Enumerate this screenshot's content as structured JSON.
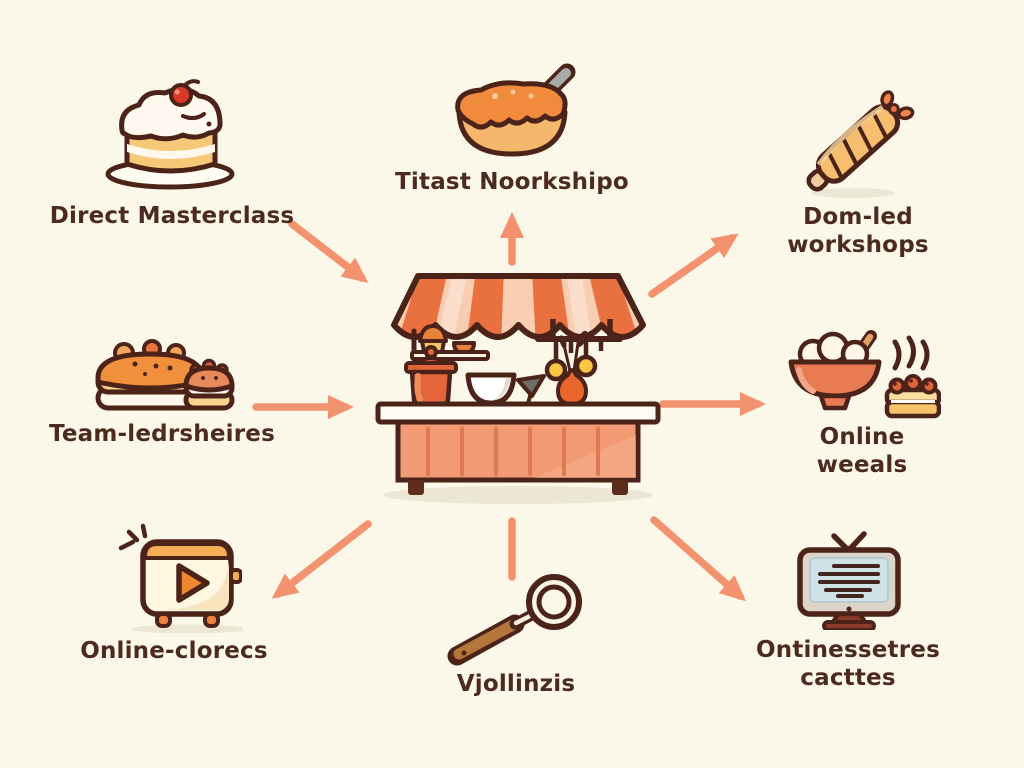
{
  "colors": {
    "background": "#FBF8E9",
    "text": "#4C2A1E",
    "arrow": "#F2926F",
    "outline": "#4B2318",
    "awning_orange": "#E8713F",
    "awning_peach": "#F9CDB2",
    "counter_salmon": "#F19A73"
  },
  "center": {
    "name": "bakery-stall",
    "icon": "bakery-stall-icon"
  },
  "nodes": [
    {
      "id": "direct-masterclass",
      "label": "Direct Masterclass",
      "icon": "cake-slice-icon",
      "position": "top-left"
    },
    {
      "id": "titast-noorkshipo",
      "label": "Titast Noorkshipo",
      "icon": "mixing-bowl-icon",
      "position": "top-center"
    },
    {
      "id": "dom-led-workshops",
      "label": "Dom-led workshops",
      "icon": "rolling-pin-icon",
      "position": "top-right"
    },
    {
      "id": "team-ledrsheires",
      "label": "Team-ledrsheires",
      "icon": "pancake-stack-icon",
      "position": "middle-left"
    },
    {
      "id": "online-weeals",
      "label": "Online weeals",
      "icon": "bowl-and-cake-icon",
      "position": "middle-right"
    },
    {
      "id": "online-clorecs",
      "label": "Online-clorecs",
      "icon": "video-player-icon",
      "position": "bottom-left"
    },
    {
      "id": "vjollinzis",
      "label": "Vjollinzis",
      "icon": "strainer-icon",
      "position": "bottom-center"
    },
    {
      "id": "ontinessetres-cacttes",
      "label": "Ontinessetres cacttes",
      "icon": "tv-screen-icon",
      "position": "bottom-right"
    }
  ],
  "connectors": [
    {
      "from": "direct-masterclass",
      "to": "center",
      "arrowhead": true,
      "direction": "down-right"
    },
    {
      "from": "center",
      "to": "titast-noorkshipo",
      "arrowhead": true,
      "direction": "up"
    },
    {
      "from": "center",
      "to": "dom-led-workshops",
      "arrowhead": true,
      "direction": "up-right"
    },
    {
      "from": "team-ledrsheires",
      "to": "center",
      "arrowhead": true,
      "direction": "right"
    },
    {
      "from": "center",
      "to": "online-weeals",
      "arrowhead": true,
      "direction": "right"
    },
    {
      "from": "center",
      "to": "online-clorecs",
      "arrowhead": true,
      "direction": "down-left"
    },
    {
      "from": "center",
      "to": "vjollinzis",
      "arrowhead": false,
      "direction": "down"
    },
    {
      "from": "center",
      "to": "ontinessetres-cacttes",
      "arrowhead": true,
      "direction": "down-right"
    }
  ]
}
